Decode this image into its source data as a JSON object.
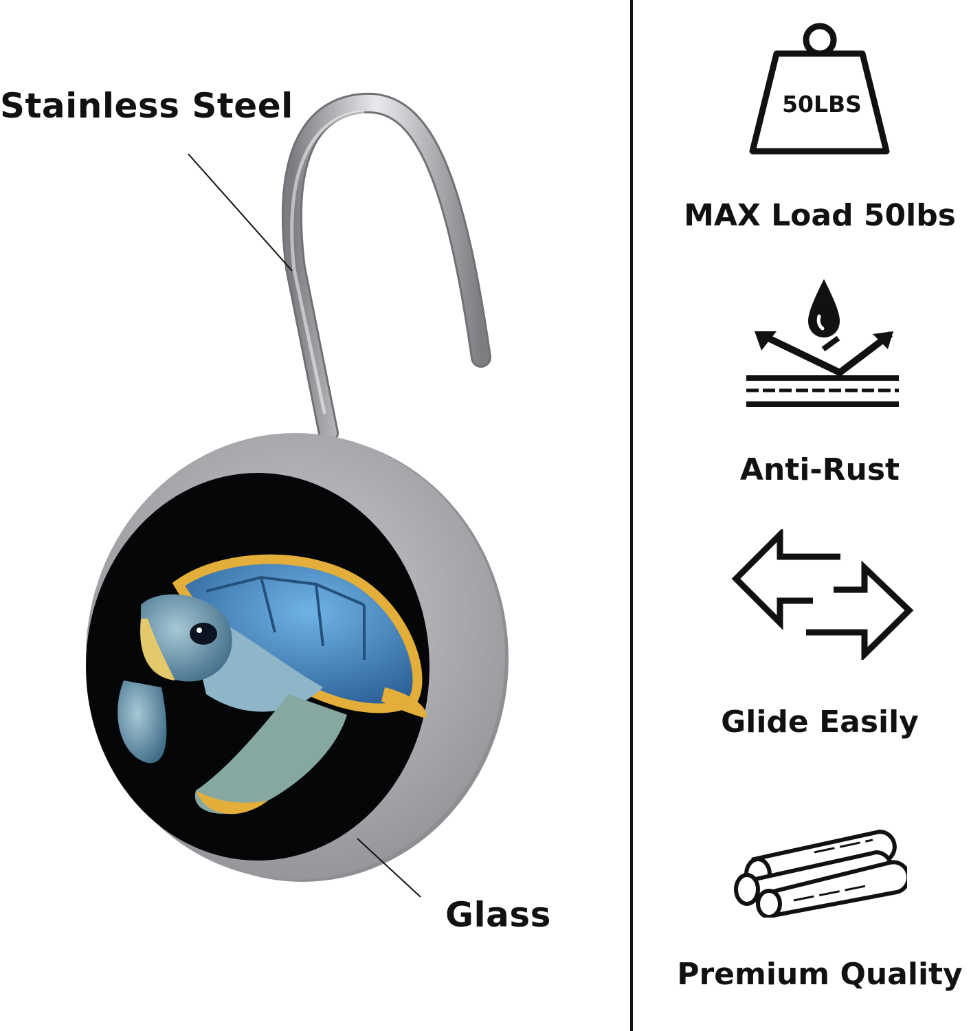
{
  "product": {
    "callouts": {
      "top": "Stainless Steel",
      "bottom": "Glass"
    }
  },
  "features": {
    "weight_badge": "50LBS",
    "items": [
      {
        "label": "MAX Load 50lbs",
        "icon": "weight-icon"
      },
      {
        "label": "Anti-Rust",
        "icon": "water-repellent-icon"
      },
      {
        "label": "Glide Easily",
        "icon": "double-arrow-icon"
      },
      {
        "label": "Premium Quality",
        "icon": "steel-rods-icon"
      }
    ]
  },
  "colors": {
    "text": "#111111",
    "metal": "#a7a9ad",
    "turtle_shell": "#4f93cf",
    "turtle_accent": "#e3ae3a",
    "background_disc": "#050608"
  }
}
